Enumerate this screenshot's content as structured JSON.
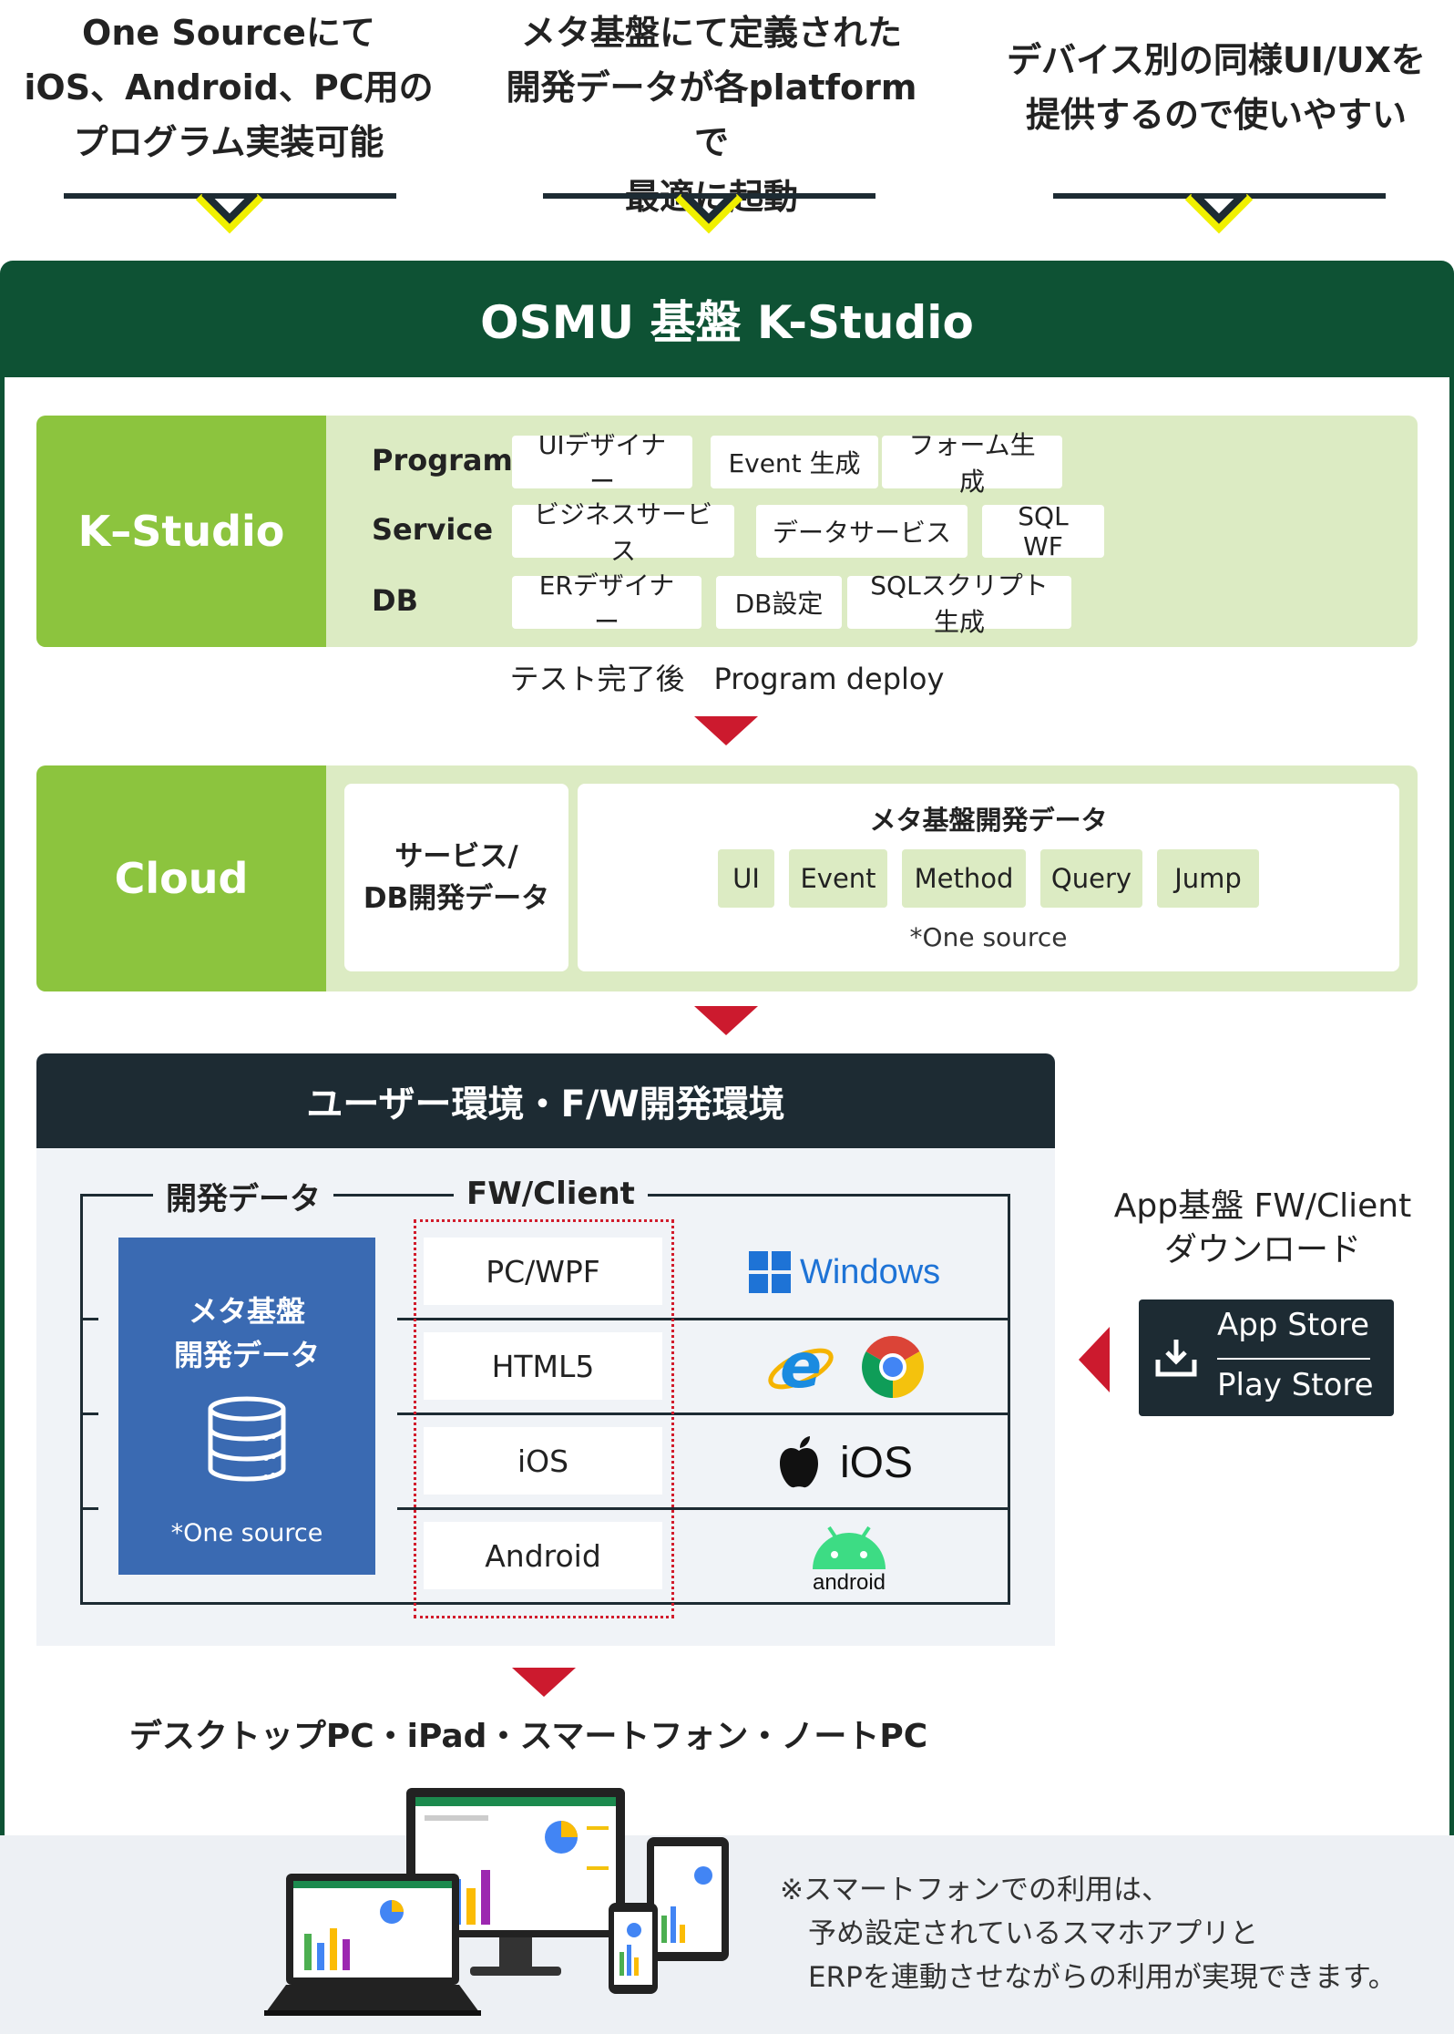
{
  "features": [
    {
      "text": "One Sourceにて\niOS、Android、PC用の\nプログラム実装可能"
    },
    {
      "text": "メタ基盤にて定義された\n開発データが各platformで\n最適に起動"
    },
    {
      "text": "デバイス別の同様UI/UXを\n提供するので使いやすい"
    }
  ],
  "main_title": "OSMU 基盤 K-Studio",
  "kstudio": {
    "label": "K–Studio",
    "rows": [
      {
        "category": "Program",
        "chips": [
          "UIデザイナー",
          "Event 生成",
          "フォーム生成"
        ]
      },
      {
        "category": "Service",
        "chips": [
          "ビジネスサービス",
          "データサービス",
          "SQL WF"
        ]
      },
      {
        "category": "DB",
        "chips": [
          "ERデザイナー",
          "DB設定",
          "SQLスクリプト生成"
        ]
      }
    ]
  },
  "deploy_text": "テスト完了後　Program deploy",
  "cloud": {
    "label": "Cloud",
    "service_db_text": "サービス/\nDB開発データ",
    "meta_title": "メタ基盤開発データ",
    "meta_chips": [
      "UI",
      "Event",
      "Method",
      "Query",
      "Jump"
    ],
    "note": "*One source"
  },
  "env": {
    "title": "ユーザー環境・F/W開発環境",
    "dev_data_label": "開発データ",
    "fw_label": "FW/Client",
    "meta_box_title": "メタ基盤\n開発データ",
    "meta_box_note": "*One source",
    "clients": [
      {
        "name": "PC/WPF",
        "platform": "Windows",
        "icon": "windows-logo"
      },
      {
        "name": "HTML5",
        "platform": "",
        "icon": "ie-chrome-logos"
      },
      {
        "name": "iOS",
        "platform": "iOS",
        "icon": "apple-logo"
      },
      {
        "name": "Android",
        "platform": "android",
        "icon": "android-logo"
      }
    ]
  },
  "download": {
    "title": "App基盤 FW/Client\nダウンロード",
    "stores": [
      "App Store",
      "Play Store"
    ],
    "icon": "download-icon"
  },
  "devices_title": "デスクトップPC・iPad・スマートフォン・ノートPC",
  "note": "※スマートフォンでの利用は、\n　予め設定されているスマホアプリと\n　ERPを連動させながらの利用が実現できます。",
  "colors": {
    "dark_green": "#0e5234",
    "light_green": "#8cc43e",
    "pale_green": "#dcebc3",
    "navy": "#1d2b33",
    "red_arrow": "#cc1a2e",
    "yellow": "#f0f000",
    "blue_box": "#3a6ab2"
  }
}
